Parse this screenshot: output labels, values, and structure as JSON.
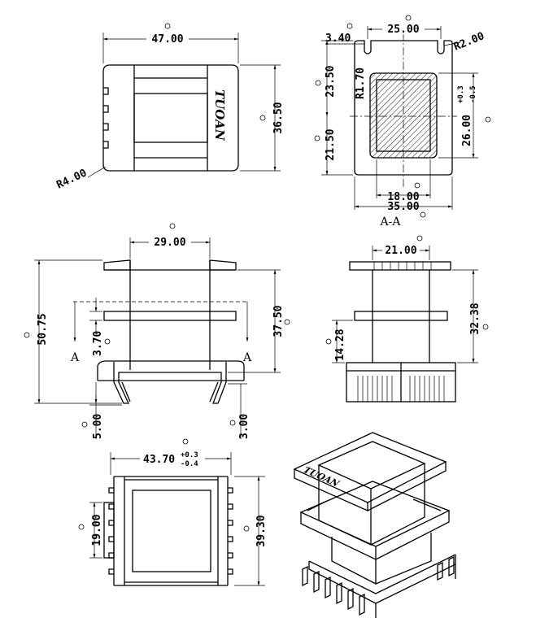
{
  "top_view": {
    "width": "47.00",
    "height": "36.50",
    "radius": "R4.00",
    "logo": "TUOAN"
  },
  "section_view": {
    "slot_w": "3.40",
    "span": "25.00",
    "r_corner": "R2.00",
    "upper": "23.50",
    "r_inner": "R1.70",
    "lower": "21.50",
    "win_h": "26.00",
    "tol_up": "+0.3",
    "tol_dn": "-0.5",
    "win_w": "18.00",
    "outer_w": "35.00",
    "title": "A-A"
  },
  "front_view": {
    "top_w": "29.00",
    "total_h": "50.75",
    "body_h": "37.50",
    "flange_t": "3.70",
    "sec_a": "A",
    "pin_l": "5.00",
    "pin_r": "3.00"
  },
  "side_view": {
    "top_w": "21.00",
    "height": "32.38",
    "base_h": "14.28"
  },
  "bottom_view": {
    "width": "43.70",
    "tol_up": "+0.3",
    "tol_dn": "-0.4",
    "win_h": "19.00",
    "height": "39.30"
  }
}
